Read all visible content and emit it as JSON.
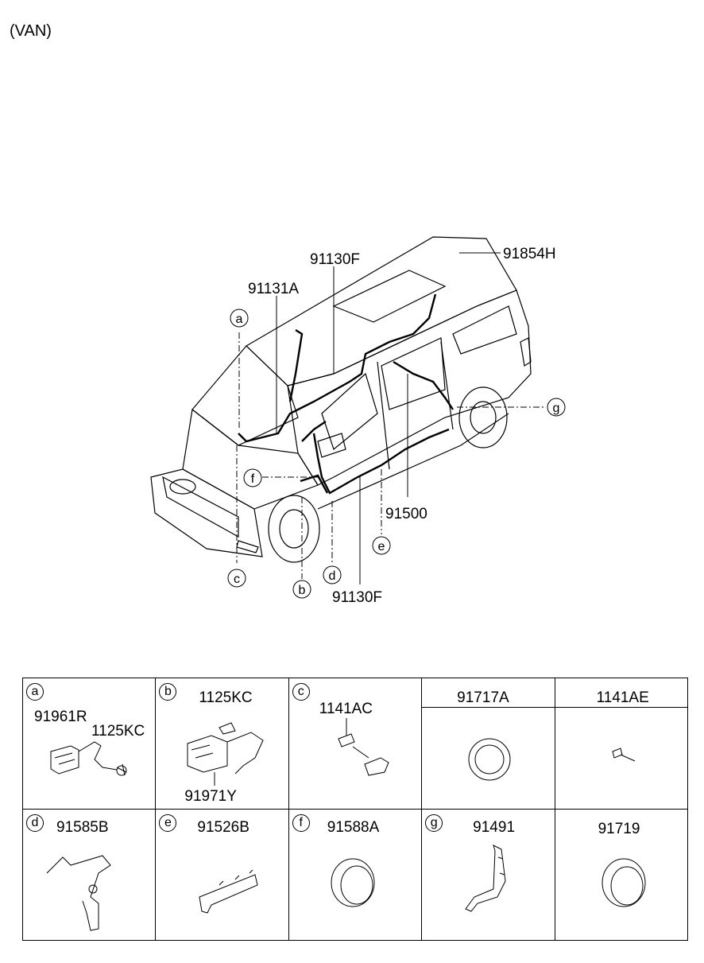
{
  "variant": "(VAN)",
  "callouts": {
    "a": "a",
    "b": "b",
    "c": "c",
    "d": "d",
    "e": "e",
    "f": "f",
    "g": "g"
  },
  "diagram_labels": {
    "p91854H": "91854H",
    "p91130F_top": "91130F",
    "p91131A": "91131A",
    "p91500": "91500",
    "p91130F_bottom": "91130F"
  },
  "parts_table": {
    "row1": {
      "a": {
        "letter": "a",
        "parts": [
          "91961R",
          "1125KC"
        ]
      },
      "b": {
        "letter": "b",
        "parts": [
          "1125KC",
          "91971Y"
        ]
      },
      "c": {
        "letter": "c",
        "parts": [
          "1141AC"
        ]
      },
      "col4": {
        "part": "91717A"
      },
      "col5": {
        "part": "1141AE"
      }
    },
    "row2": {
      "d": {
        "letter": "d",
        "part": "91585B"
      },
      "e": {
        "letter": "e",
        "part": "91526B"
      },
      "f": {
        "letter": "f",
        "part": "91588A"
      },
      "g": {
        "letter": "g",
        "part": "91491"
      },
      "col5": {
        "part": "91719"
      }
    }
  }
}
